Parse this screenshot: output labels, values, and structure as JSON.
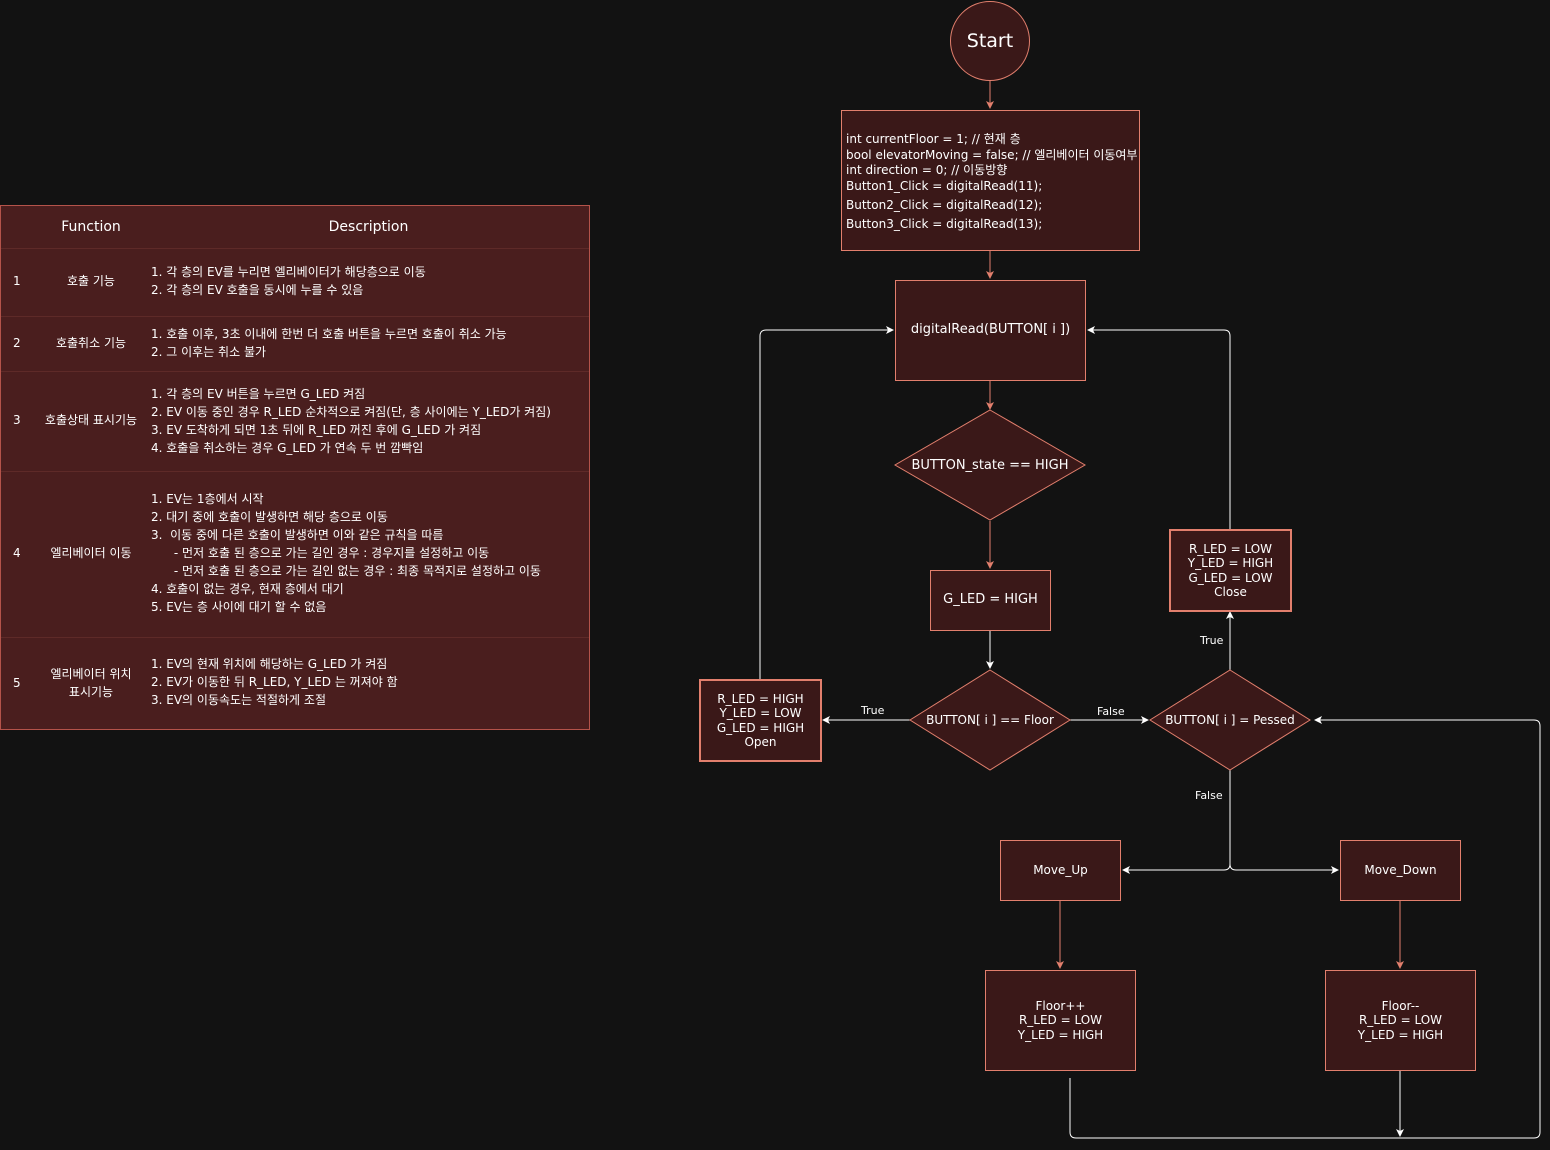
{
  "table": {
    "headers": {
      "function": "Function",
      "description": "Description"
    },
    "rows": [
      {
        "num": "1",
        "func": "호출 기능",
        "desc": [
          "1. 각 층의 EV를 누리면 엘리베이터가 해당층으로 이동",
          "2. 각 층의 EV 호출을 동시에 누를 수 있음"
        ]
      },
      {
        "num": "2",
        "func": "호출취소 기능",
        "desc": [
          "1. 호출 이후, 3초 이내에 한번 더 호출 버튼을 누르면 호출이 취소 가능",
          "2. 그 이후는 취소 불가"
        ]
      },
      {
        "num": "3",
        "func": "호출상태 표시기능",
        "desc": [
          "1. 각 층의 EV 버튼을 누르면 G_LED 켜짐",
          "2. EV 이동 중인 경우 R_LED 순차적으로 켜짐(단, 층 사이에는 Y_LED가 켜짐)",
          "3. EV 도착하게 되면 1초 뒤에 R_LED 꺼진 후에 G_LED 가 켜짐",
          "4. 호출을 취소하는 경우 G_LED 가 연속 두 번 깜빡임"
        ]
      },
      {
        "num": "4",
        "func": "엘리베이터 이동",
        "desc": [
          "1. EV는 1층에서 시작",
          "2. 대기 중에 호출이 발생하면 해당 층으로 이동",
          "3.  이동 중에 다른 호출이 발생하면 이와 같은 규칙을 따름",
          "      - 먼저 호출 된 층으로 가는 길인 경우 : 경우지를 설정하고 이동",
          "      - 먼저 호출 된 층으로 가는 길인 없는 경우 : 최종 목적지로 설정하고 이동",
          "4. 호출이 없는 경우, 현재 층에서 대기",
          "5. EV는 층 사이에 대기 할 수 없음"
        ]
      },
      {
        "num": "5",
        "func": "엘리베이터 위치\n표시기능",
        "desc": [
          "1. EV의 현재 위치에 해당하는 G_LED 가 켜짐",
          "2. EV가 이동한 뒤 R_LED, Y_LED 는 꺼져야 함",
          "3. EV의 이동속도는 적절하게 조절"
        ]
      }
    ]
  },
  "flowchart": {
    "start": "Start",
    "init_code": [
      "int currentFloor = 1; // 현재 층",
      "bool elevatorMoving = false; // 엘리베이터 이동여부",
      "int direction = 0; // 이동방향",
      "Button1_Click = digitalRead(11);",
      "Button2_Click = digitalRead(12);",
      "Button3_Click = digitalRead(13);"
    ],
    "read_node": "digitalRead(BUTTON[ i ])",
    "decision_state": "BUTTON_state == HIGH",
    "g_led_node": "G_LED = HIGH",
    "decision_floor": "BUTTON[ i ] == Floor",
    "decision_pressed": "BUTTON[ i ] = Pessed",
    "open_node": "R_LED = HIGH\nY_LED = LOW\nG_LED = HIGH\nOpen",
    "close_node": "R_LED = LOW\nY_LED = HIGH\nG_LED = LOW\nClose",
    "move_up": "Move_Up",
    "move_down": "Move_Down",
    "floor_up": "Floor++\nR_LED = LOW\nY_LED = HIGH",
    "floor_down": "Floor--\nR_LED = LOW\nY_LED = HIGH",
    "labels": {
      "true_left": "True",
      "false_right": "False",
      "true_up": "True",
      "false_down": "False"
    }
  },
  "colors": {
    "background": "#121212",
    "fill": "#3a1818",
    "table_fill": "#4a1e1e",
    "stroke": "#e27f6d",
    "white_line": "#ffffff"
  }
}
